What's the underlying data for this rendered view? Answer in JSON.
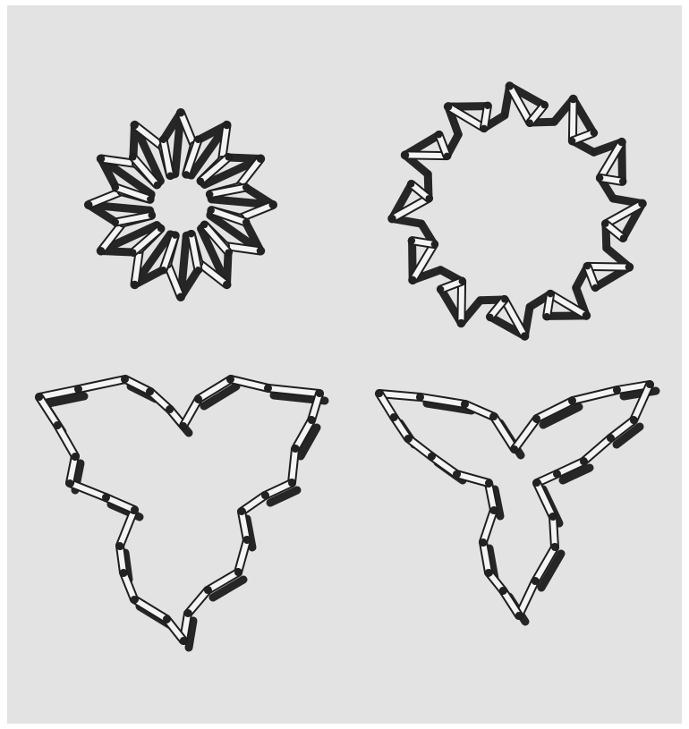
{
  "figures": [
    {
      "id": "star-linkage",
      "description_label": ""
    },
    {
      "id": "ring-linkage",
      "description_label": ""
    },
    {
      "id": "triangle-linkage",
      "description_label": ""
    },
    {
      "id": "trefoil-linkage",
      "description_label": ""
    }
  ],
  "colors": {
    "background": "#e3e3e3",
    "dark_bar": "#262626",
    "light_bar": "#f4f4f4",
    "joint": "#222222"
  }
}
